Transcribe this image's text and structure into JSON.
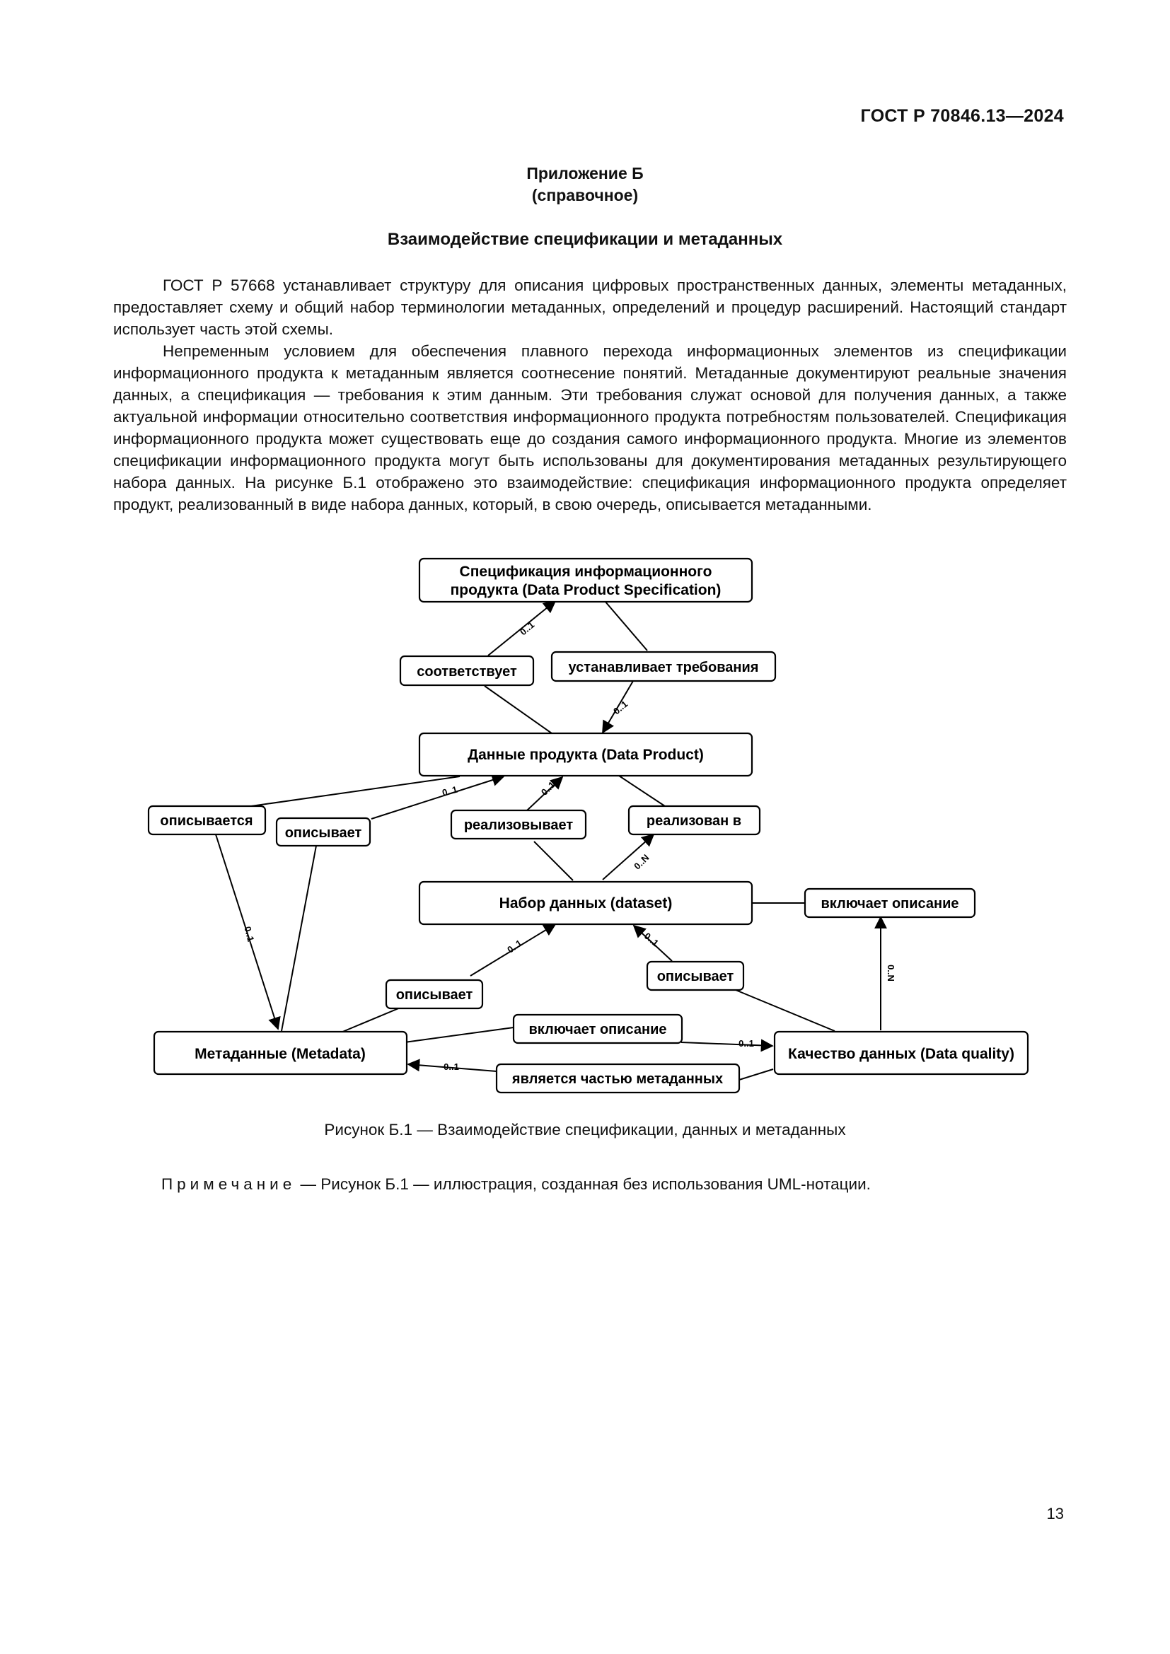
{
  "header": {
    "doc_code": "ГОСТ Р 70846.13—2024"
  },
  "appendix": {
    "title": "Приложение Б",
    "type": "(справочное)"
  },
  "section": {
    "title": "Взаимодействие спецификации и метаданных"
  },
  "paragraphs": [
    "ГОСТ Р 57668 устанавливает структуру для описания цифровых пространственных данных, элементы метаданных, предоставляет схему и общий набор терминологии метаданных, определений и процедур расширений. Настоящий стандарт использует часть этой схемы.",
    "Непременным условием для обеспечения плавного перехода информационных элементов из спецификации информационного продукта к метаданным является соотнесение понятий. Метаданные документируют реальные значения данных, а спецификация — требования к этим данным. Эти требования служат основой для получения данных, а также актуальной информации относительно соответствия информационного продукта потребностям пользователей. Спецификация информационного продукта может существовать еще до создания самого информационного продукта. Многие из элементов спецификации информационного продукта могут быть использованы для документирования метаданных результирующего набора данных. На рисунке Б.1 отображено это взаимодействие: спецификация информационного продукта определяет продукт, реализованный в виде набора данных, который, в свою очередь, описывается метаданными."
  ],
  "diagram": {
    "entities": {
      "spec_line1": "Спецификация информационного",
      "spec_line2": "продукта (Data Product Specification)",
      "product": "Данные продукта (Data Product)",
      "dataset": "Набор данных (dataset)",
      "metadata": "Метаданные (Metadata)",
      "quality": "Качество данных (Data quality)"
    },
    "labels": {
      "corresponds": "соответствует",
      "sets_requirements": "устанавливает требования",
      "is_described_left": "описывается",
      "describes_left": "описывает",
      "realizes": "реализовывает",
      "realized_in": "реализован в",
      "includes_description_right": "включает описание",
      "describes_dataset": "описывает",
      "describes_quality": "описывает",
      "includes_description_bottom": "включает описание",
      "is_part_of_metadata": "является частью метаданных"
    },
    "multiplicities": {
      "m1": "0..1",
      "m2": "0..1",
      "m3": "0..1",
      "m4": "0..1",
      "m5": "0..N",
      "m6": "0..1",
      "m7": "0..1",
      "m8": "0..1",
      "m9": "0..N",
      "m10": "0..1",
      "m11": "0..1"
    }
  },
  "figure": {
    "caption": "Рисунок Б.1 — Взаимодействие спецификации, данных и метаданных"
  },
  "note": {
    "label": "Примечание",
    "text": " — Рисунок Б.1 — иллюстрация, созданная без использования UML-нотации."
  },
  "page": {
    "number": "13"
  }
}
